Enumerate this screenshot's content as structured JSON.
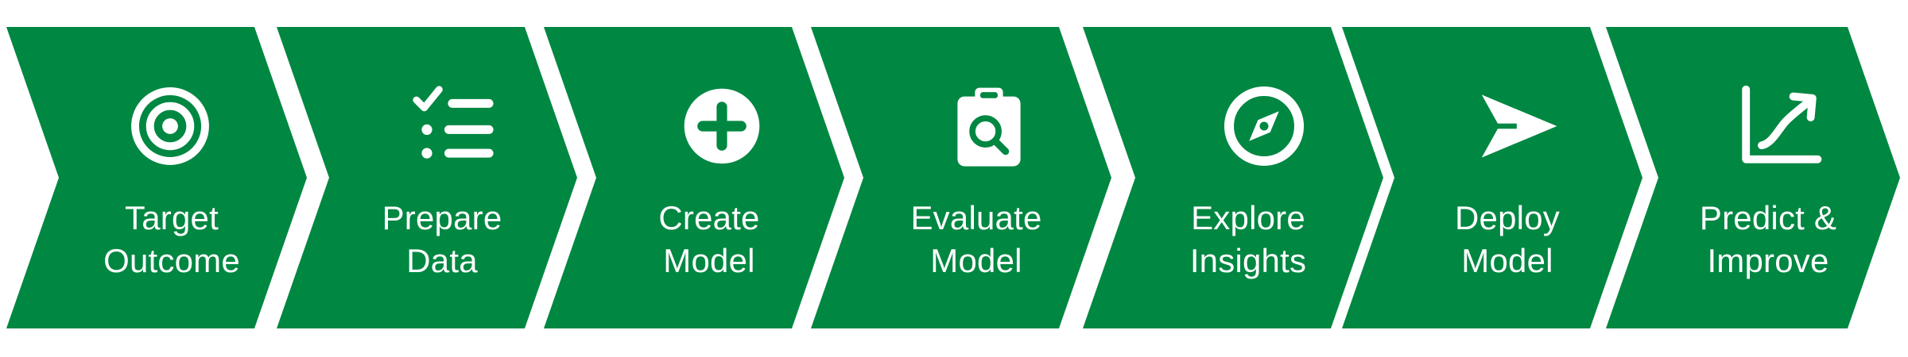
{
  "diagram": {
    "fill_color": "#008742",
    "icon_color": "#ffffff",
    "steps": [
      {
        "icon": "target-icon",
        "label_lines": [
          "Target",
          "Outcome"
        ]
      },
      {
        "icon": "checklist-icon",
        "label_lines": [
          "Prepare",
          "Data"
        ]
      },
      {
        "icon": "plus-circle-icon",
        "label_lines": [
          "Create",
          "Model"
        ]
      },
      {
        "icon": "clipboard-search-icon",
        "label_lines": [
          "Evaluate",
          "Model"
        ]
      },
      {
        "icon": "compass-icon",
        "label_lines": [
          "Explore",
          "Insights"
        ]
      },
      {
        "icon": "send-icon",
        "label_lines": [
          "Deploy",
          "Model"
        ]
      },
      {
        "icon": "trend-chart-icon",
        "label_lines": [
          "Predict &",
          "Improve"
        ]
      }
    ]
  }
}
